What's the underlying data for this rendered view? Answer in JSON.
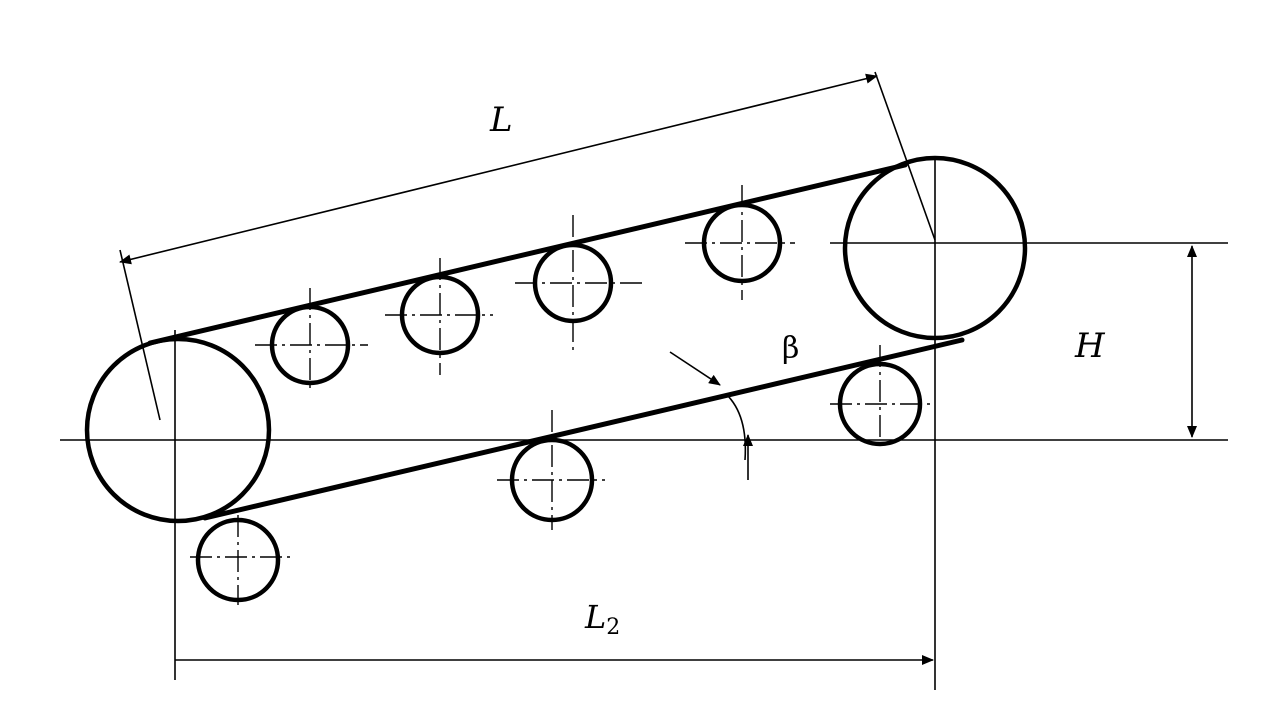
{
  "labels": {
    "length": "L",
    "height": "H",
    "angle": "β",
    "horizontal_length": "L",
    "horizontal_length_sub": "2"
  },
  "colors": {
    "line": "#000000",
    "background": "#ffffff"
  }
}
